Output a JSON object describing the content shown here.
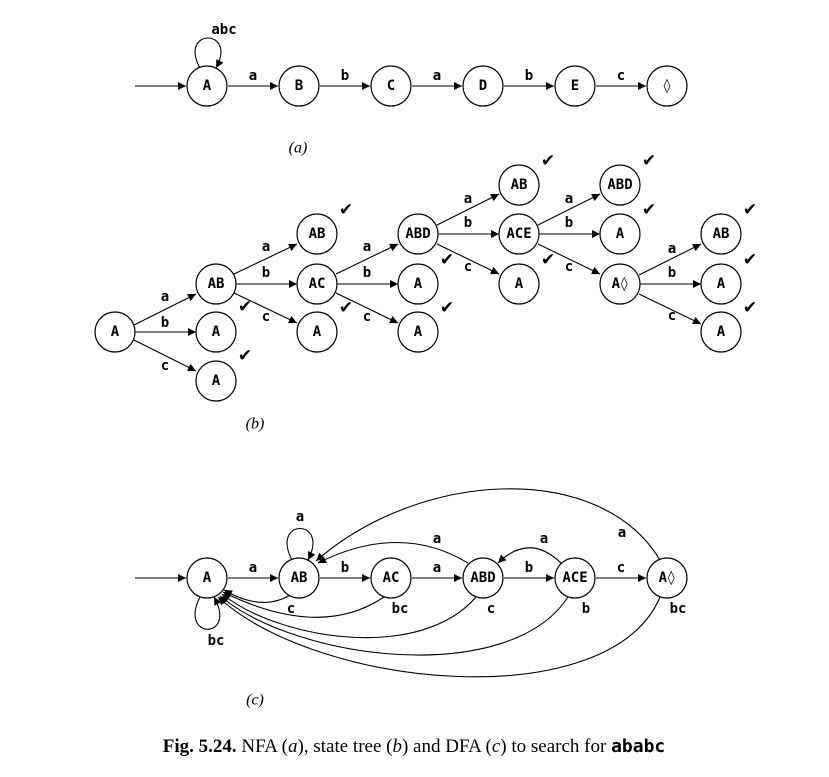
{
  "panels": {
    "a": {
      "label": "(a)",
      "states": [
        {
          "id": "A",
          "label": "A"
        },
        {
          "id": "B",
          "label": "B"
        },
        {
          "id": "C",
          "label": "C"
        },
        {
          "id": "D",
          "label": "D"
        },
        {
          "id": "E",
          "label": "E"
        },
        {
          "id": "F",
          "label": "◊"
        }
      ],
      "edges": [
        {
          "from": "A",
          "to": "A",
          "label": "abc"
        },
        {
          "from": "A",
          "to": "B",
          "label": "a"
        },
        {
          "from": "B",
          "to": "C",
          "label": "b"
        },
        {
          "from": "C",
          "to": "D",
          "label": "a"
        },
        {
          "from": "D",
          "to": "E",
          "label": "b"
        },
        {
          "from": "E",
          "to": "F",
          "label": "c"
        }
      ]
    },
    "b": {
      "label": "(b)",
      "check_mark": "✔",
      "nodes": [
        {
          "id": "n0",
          "label": "A"
        },
        {
          "id": "n1",
          "label": "AB"
        },
        {
          "id": "n2",
          "label": "A"
        },
        {
          "id": "n3",
          "label": "A"
        },
        {
          "id": "n4",
          "label": "AB"
        },
        {
          "id": "n5",
          "label": "AC"
        },
        {
          "id": "n6",
          "label": "A"
        },
        {
          "id": "n7",
          "label": "ABD"
        },
        {
          "id": "n8",
          "label": "A"
        },
        {
          "id": "n9",
          "label": "A"
        },
        {
          "id": "n10",
          "label": "AB"
        },
        {
          "id": "n11",
          "label": "ACE"
        },
        {
          "id": "n12",
          "label": "A"
        },
        {
          "id": "n13",
          "label": "ABD"
        },
        {
          "id": "n14",
          "label": "A"
        },
        {
          "id": "n15",
          "label": "A◊"
        },
        {
          "id": "n16",
          "label": "AB"
        },
        {
          "id": "n17",
          "label": "A"
        },
        {
          "id": "n18",
          "label": "A"
        }
      ],
      "edges": [
        {
          "from": "n0",
          "to": "n1",
          "label": "a"
        },
        {
          "from": "n0",
          "to": "n2",
          "label": "b"
        },
        {
          "from": "n0",
          "to": "n3",
          "label": "c"
        },
        {
          "from": "n1",
          "to": "n4",
          "label": "a"
        },
        {
          "from": "n1",
          "to": "n5",
          "label": "b"
        },
        {
          "from": "n1",
          "to": "n6",
          "label": "c"
        },
        {
          "from": "n5",
          "to": "n7",
          "label": "a"
        },
        {
          "from": "n5",
          "to": "n8",
          "label": "b"
        },
        {
          "from": "n5",
          "to": "n9",
          "label": "c"
        },
        {
          "from": "n7",
          "to": "n10",
          "label": "a"
        },
        {
          "from": "n7",
          "to": "n11",
          "label": "b"
        },
        {
          "from": "n7",
          "to": "n12",
          "label": "c"
        },
        {
          "from": "n11",
          "to": "n13",
          "label": "a"
        },
        {
          "from": "n11",
          "to": "n14",
          "label": "b"
        },
        {
          "from": "n11",
          "to": "n15",
          "label": "c"
        },
        {
          "from": "n15",
          "to": "n16",
          "label": "a"
        },
        {
          "from": "n15",
          "to": "n17",
          "label": "b"
        },
        {
          "from": "n15",
          "to": "n18",
          "label": "c"
        }
      ]
    },
    "c": {
      "label": "(c)",
      "states": [
        {
          "id": "A",
          "label": "A"
        },
        {
          "id": "AB",
          "label": "AB"
        },
        {
          "id": "AC",
          "label": "AC"
        },
        {
          "id": "ABD",
          "label": "ABD"
        },
        {
          "id": "ACE",
          "label": "ACE"
        },
        {
          "id": "AF",
          "label": "A◊"
        }
      ],
      "edges": [
        {
          "from": "A",
          "to": "AB",
          "label": "a"
        },
        {
          "from": "AB",
          "to": "AC",
          "label": "b"
        },
        {
          "from": "AC",
          "to": "ABD",
          "label": "a"
        },
        {
          "from": "ABD",
          "to": "ACE",
          "label": "b"
        },
        {
          "from": "ACE",
          "to": "AF",
          "label": "c"
        },
        {
          "from": "A",
          "to": "A",
          "label": "bc"
        },
        {
          "from": "AB",
          "to": "AB",
          "label": "a"
        },
        {
          "from": "AB",
          "to": "A",
          "label": "c"
        },
        {
          "from": "AC",
          "to": "A",
          "label": "bc"
        },
        {
          "from": "ABD",
          "to": "A",
          "label": "c"
        },
        {
          "from": "ACE",
          "to": "A",
          "label": "b"
        },
        {
          "from": "AF",
          "to": "A",
          "label": "bc"
        },
        {
          "from": "ABD",
          "to": "AB",
          "label": "a"
        },
        {
          "from": "ACE",
          "to": "ABD",
          "label": "a"
        },
        {
          "from": "AF",
          "to": "AB",
          "label": "a"
        }
      ]
    }
  },
  "caption": {
    "fig": "Fig. 5.24.",
    "t1": " NFA (",
    "i1": "a",
    "t2": "), state tree (",
    "i2": "b",
    "t3": ") and DFA (",
    "i3": "c",
    "t4": ") to search for ",
    "pattern": "ababc"
  }
}
